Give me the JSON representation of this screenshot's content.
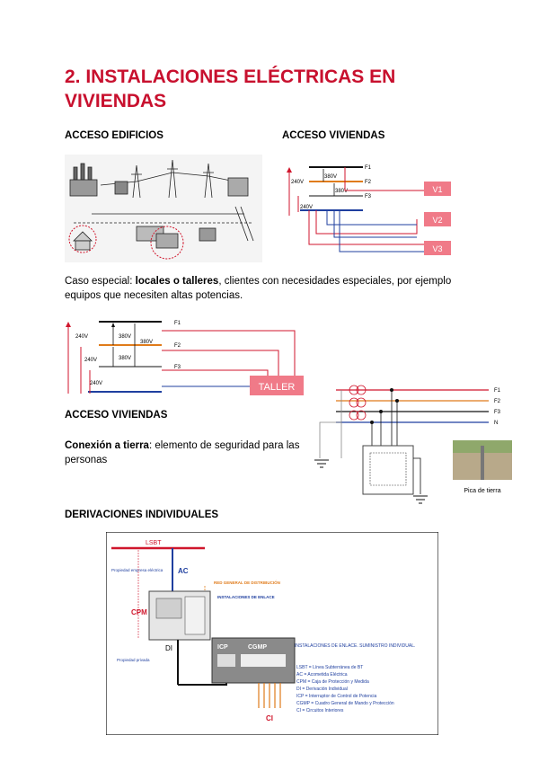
{
  "title": "2. INSTALACIONES ELÉCTRICAS EN VIVIENDAS",
  "headings": {
    "acceso_edificios": "ACCESO EDIFICIOS",
    "acceso_viviendas_1": "ACCESO VIVIENDAS",
    "acceso_viviendas_2": "ACCESO VIVIENDAS",
    "derivaciones": "DERIVACIONES INDIVIDUALES"
  },
  "caso_especial": {
    "prefix": "Caso especial: ",
    "bold": "locales o talleres",
    "suffix": ", clientes con necesidades especiales, por ejemplo equipos que necesiten altas potencias."
  },
  "conexion_tierra": {
    "bold": "Conexión a tierra",
    "suffix": ": elemento de seguridad para las personas"
  },
  "fig_viviendas": {
    "phases": [
      "F1",
      "F2",
      "F3"
    ],
    "voltages": [
      "240V",
      "380V",
      "380V",
      "240V"
    ],
    "loads": [
      "V1",
      "V2",
      "V3"
    ]
  },
  "fig_taller": {
    "phases": [
      "F1",
      "F2",
      "F3"
    ],
    "v240": "240V",
    "v380": "380V",
    "label": "TALLER"
  },
  "fig_tierra": {
    "phases": [
      "F1",
      "F2",
      "F3",
      "N"
    ],
    "caption": "Pica de tierra"
  },
  "fig_derivaciones": {
    "lsbt": "LSBT",
    "ac": "AC",
    "cpm": "CPM",
    "di": "DI",
    "icp": "ICP",
    "cgmp": "CGMP",
    "ci": "CI",
    "prop_empresa": "Propiedad empresa eléctrica",
    "prop_privada": "Propiedad privada",
    "red_general": "RED GENERAL DE DISTRIBUCIÓN",
    "inst_enlace": "INSTALACIONES DE ENLACE",
    "legend_title": "INSTALACIONES DE ENLACE. SUMINISTRO INDIVIDUAL.",
    "legend": [
      "LSBT = Línea Subterránea de BT",
      "AC = Acometida Eléctrica",
      "CPM = Caja de Protección y Medida",
      "DI = Derivación Individual",
      "ICP = Interruptor de Control de Potencia",
      "CGMP = Cuadro General de Mando y Protección",
      "CI = Circuitos Interiores"
    ]
  },
  "colors": {
    "title": "#c8102e",
    "red": "#d0162c",
    "blue": "#1f3f9f",
    "orange": "#e07b1a",
    "pink": "#f07a88"
  }
}
